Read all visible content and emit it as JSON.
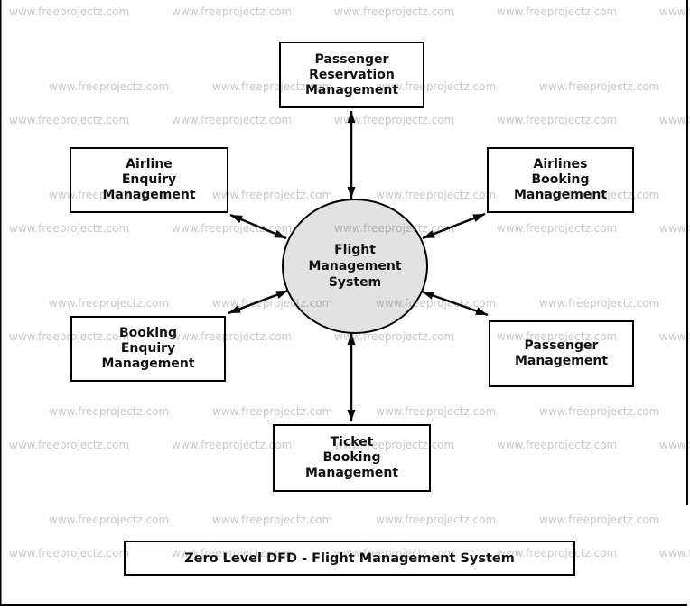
{
  "watermark": {
    "text": "www.freeprojectz.com",
    "color": "#c8c8c8"
  },
  "diagram": {
    "center": {
      "label": "Flight\nManagement\nSystem"
    },
    "nodes": [
      {
        "id": "passenger-reservation",
        "label": "Passenger\nReservation\nManagement"
      },
      {
        "id": "airline-enquiry",
        "label": "Airline\nEnquiry\nManagement"
      },
      {
        "id": "airlines-booking",
        "label": "Airlines\nBooking\nManagement"
      },
      {
        "id": "booking-enquiry",
        "label": "Booking\nEnquiry\nManagement"
      },
      {
        "id": "passenger-management",
        "label": "Passenger\nManagement"
      },
      {
        "id": "ticket-booking",
        "label": "Ticket\nBooking\nManagement"
      }
    ],
    "title": "Zero Level DFD - Flight Management System"
  },
  "colors": {
    "line": "#0a0a0a",
    "circle_fill_rgba": "rgba(0,0,0,0.115)",
    "text": "#111111"
  }
}
